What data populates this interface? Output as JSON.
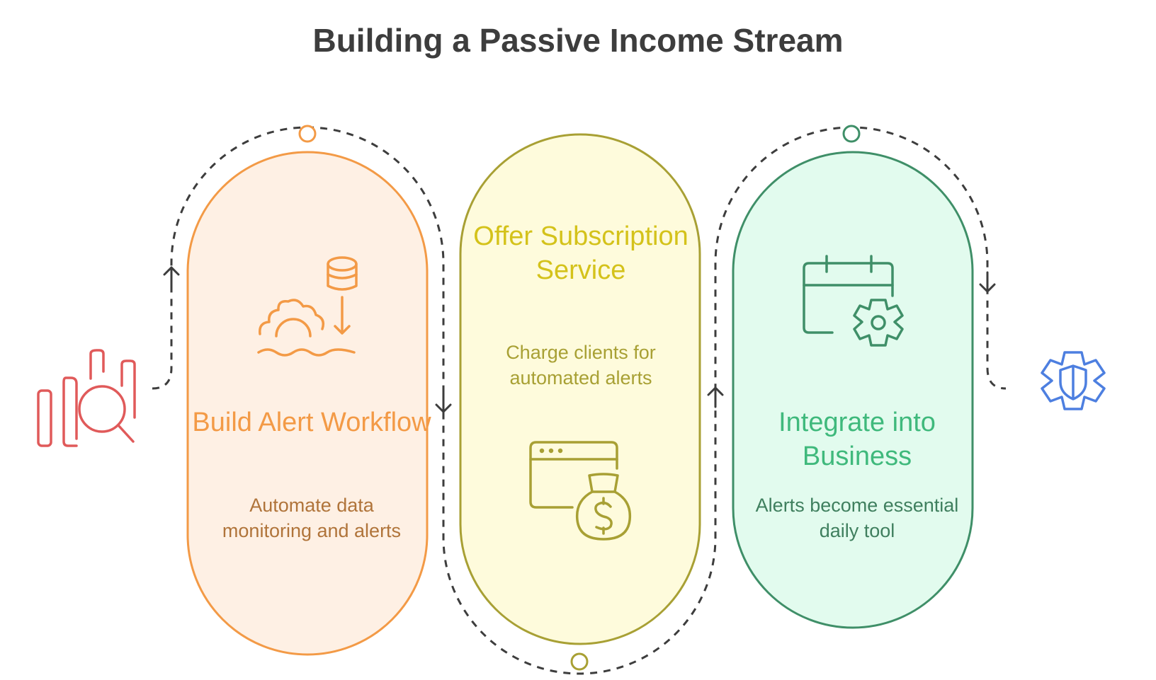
{
  "title": "Building a Passive Income Stream",
  "colors": {
    "orange": "#f39a46",
    "orange_fill": "#fef0e4",
    "olive": "#a8a034",
    "olive_fill": "#fefbdc",
    "green": "#3f8f68",
    "green_fill": "#e2fbee",
    "red_icon": "#e05a5a",
    "blue_icon": "#4d7fe0",
    "dash": "#3d3d3d"
  },
  "steps": [
    {
      "title": "Build Alert Workflow",
      "description": "Automate data monitoring and alerts",
      "icon": "data-workflow-icon"
    },
    {
      "title": "Offer Subscription Service",
      "description": "Charge clients for automated alerts",
      "icon": "browser-money-bag-icon"
    },
    {
      "title": "Integrate into Business",
      "description": "Alerts become essential daily tool",
      "icon": "calendar-gear-icon"
    }
  ],
  "start_icon": "bar-chart-search-icon",
  "end_icon": "gear-shield-icon"
}
